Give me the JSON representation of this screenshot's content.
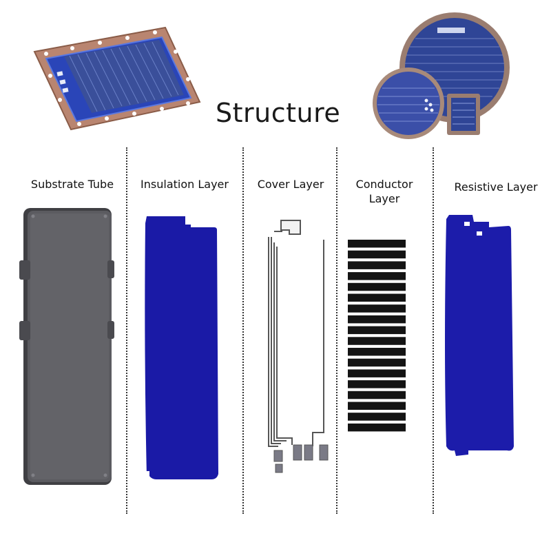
{
  "title": "Structure",
  "layers": [
    {
      "label": "Substrate Tube"
    },
    {
      "label": "Insulation Layer"
    },
    {
      "label": "Cover Layer"
    },
    {
      "label": "Conductor\nLayer"
    },
    {
      "label": "Resistive Layer"
    }
  ],
  "colors": {
    "insulation_blue": "#1a1aa6",
    "resistive_blue": "#1c1caa",
    "substrate_gray": "#5a5a5e",
    "substrate_plate_copper": "#b8826a",
    "conductor_black": "#141414"
  },
  "images": {
    "product_photo_left": "rectangular heater plate",
    "product_photo_right": "round heater plates"
  }
}
